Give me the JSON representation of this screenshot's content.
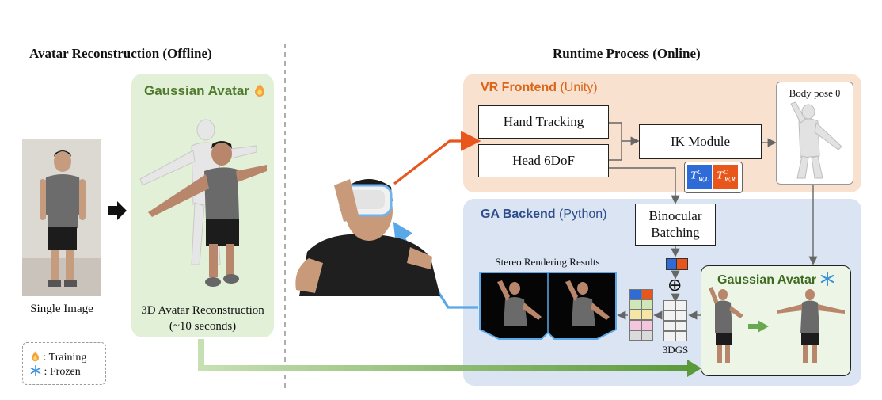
{
  "offline": {
    "title": "Avatar Reconstruction (Offline)",
    "input_caption": "Single Image",
    "panel_title": "Gaussian Avatar",
    "panel_icon": "fire-icon",
    "reconstruction_caption_line1": "3D Avatar Reconstruction",
    "reconstruction_caption_line2": "(~10 seconds)"
  },
  "legend": {
    "training_label": ": Training",
    "frozen_label": ": Frozen"
  },
  "online": {
    "title": "Runtime Process (Online)",
    "frontend": {
      "title_bold": "VR Frontend",
      "title_rest": " (Unity)",
      "hand_tracking": "Hand Tracking",
      "head_6dof": "Head 6DoF",
      "ik_module": "IK Module",
      "body_pose": "Body pose θ",
      "transform_left": "T",
      "transform_left_sup": "C",
      "transform_left_sub": "W,L",
      "transform_right": "T",
      "transform_right_sup": "C",
      "transform_right_sub": "W,R"
    },
    "backend": {
      "title_bold": "GA Backend",
      "title_rest": " (Python)",
      "binocular_line1": "Binocular",
      "binocular_line2": "Batching",
      "stereo_caption": "Stereo Rendering Results",
      "gaussian_avatar_title": "Gaussian Avatar",
      "gaussian_avatar_icon": "snowflake-icon",
      "dgs_label": "3DGS",
      "plus_symbol": "⊕"
    }
  },
  "colors": {
    "frontend_bg": "#f8e1cf",
    "frontend_title": "#d9661a",
    "backend_bg": "#dbe4f2",
    "backend_title": "#2f4d8c",
    "offline_bg": "#e3f0d8",
    "offline_title": "#4f7a2c",
    "orange_arrow": "#e8561c",
    "blue_arrow": "#5aa8e6",
    "green_arrow": "#6aa84f",
    "matrix_left": "#2f6bd6",
    "matrix_right": "#e8561c"
  }
}
